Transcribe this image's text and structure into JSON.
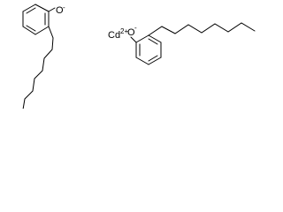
{
  "molecule": {
    "left_oxygen": "O",
    "left_oxygen_charge": "-",
    "metal": "Cd",
    "metal_charge": "2+",
    "right_oxygen": "O",
    "right_oxygen_charge": "-"
  }
}
